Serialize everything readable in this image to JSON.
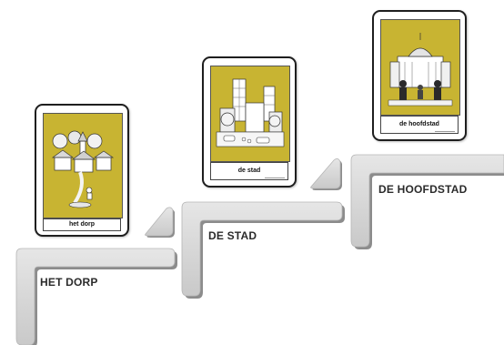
{
  "steps": [
    {
      "label": "HET DORP"
    },
    {
      "label": "DE STAD"
    },
    {
      "label": "DE HOOFDSTAD"
    }
  ],
  "cards": [
    {
      "caption": "het dorp",
      "illustration": "village-icon"
    },
    {
      "caption": "de stad",
      "illustration": "city-icon"
    },
    {
      "caption": "de hoofdstad",
      "illustration": "capital-icon"
    }
  ],
  "colors": {
    "card_fill": "#c8b432",
    "stair_fill": "#d4d4d4",
    "stair_shadow": "#8a8a8a",
    "text": "#2b2b2b"
  }
}
